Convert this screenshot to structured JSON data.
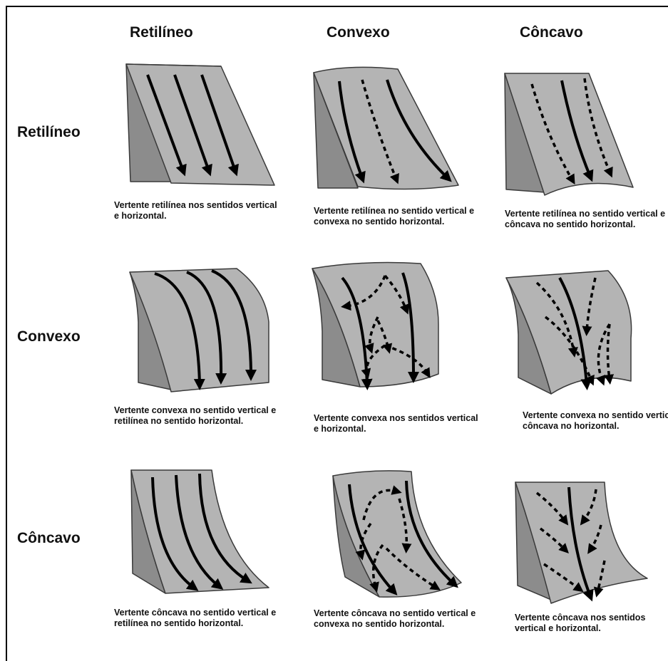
{
  "columns": [
    "Retilíneo",
    "Convexo",
    "Côncavo"
  ],
  "rows": [
    "Retilíneo",
    "Convexo",
    "Côncavo"
  ],
  "cells": [
    [
      "Vertente retilínea nos sentidos vertical e horizontal.",
      "Vertente retilínea no sentido vertical e convexa no sentido horizontal.",
      "Vertente retilínea no sentido vertical e côncava no sentido horizontal."
    ],
    [
      "Vertente convexa no sentido vertical e retilínea no sentido horizontal.",
      "Vertente convexa nos sentidos vertical e horizontal.",
      "Vertente convexa no sentido vertical e côncava no horizontal."
    ],
    [
      "Vertente côncava no sentido vertical e retilínea no sentido horizontal.",
      "Vertente côncava no sentido vertical e convexa no sentido horizontal.",
      "Vertente côncava nos sentidos vertical e horizontal."
    ]
  ],
  "colors": {
    "slope_face": "#b4b4b4",
    "side_face": "#8c8c8c",
    "outline": "#3a3a3a",
    "arrow": "#000000"
  }
}
